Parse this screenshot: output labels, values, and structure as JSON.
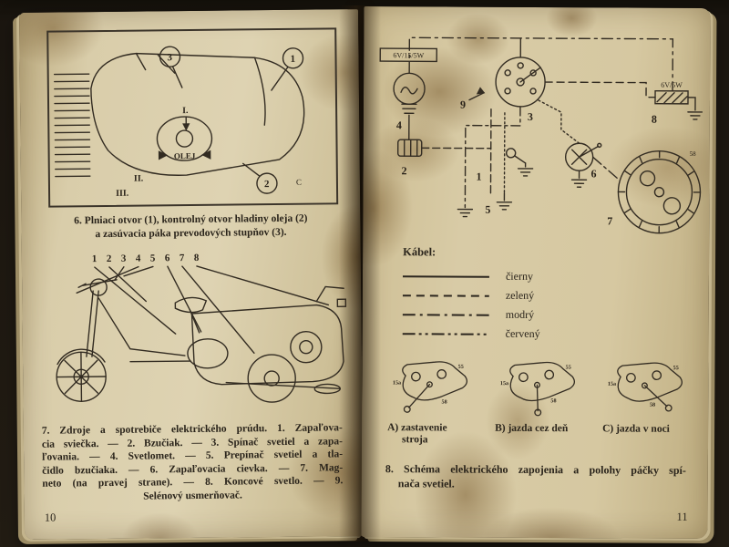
{
  "left": {
    "fig6": {
      "caption_lines": [
        "6. Plniaci otvor (1), kontrolný otvor hladiny oleja (2)",
        "a zasúvacia páka prevodových stupňov (3)."
      ],
      "labels": {
        "n1": "1",
        "n2": "2",
        "n3": "3",
        "olej": "OLEJ",
        "r1": "I.",
        "r2": "II.",
        "r3": "III.",
        "c": "C"
      }
    },
    "fig7": {
      "part_numbers": [
        "1",
        "2",
        "3",
        "4",
        "5",
        "6",
        "7",
        "8"
      ],
      "caption_lines": [
        "7. Zdroje a spotrebiče elektrického prúdu. 1. Zapaľova-",
        "cia sviečka. — 2. Bzučiak. — 3. Spínač svetiel a zapa-",
        "ľovania. — 4. Svetlomet. — 5. Prepínač svetiel a tla-",
        "čidlo bzučiaka. — 6. Zapaľovacia cievka. — 7. Mag-",
        "neto (na pravej strane). — 8. Koncové svetlo. — 9.",
        "Selénový usmerňovač."
      ]
    },
    "page_number": "10"
  },
  "right": {
    "fig8": {
      "diagram": {
        "bulb_label": "6V/15/5W",
        "resistor_label": "6V/5W",
        "terminal_58": "58",
        "numbers": {
          "n1": "1",
          "n2": "2",
          "n3": "3",
          "n4": "4",
          "n5": "5",
          "n6": "6",
          "n7": "7",
          "n8": "8",
          "n9": "9"
        }
      },
      "legend": {
        "title": "Kábel:",
        "items": [
          {
            "label": "čierny",
            "style": "solid"
          },
          {
            "label": "zelený",
            "style": "dashed"
          },
          {
            "label": "modrý",
            "style": "dash-dot"
          },
          {
            "label": "červený",
            "style": "dash-dot-dot"
          }
        ]
      },
      "switch_terminals": {
        "t1": "55",
        "t2": "15a",
        "t3": "58"
      },
      "positions": [
        {
          "label": "A)",
          "line1": "zastavenie",
          "line2": "stroja"
        },
        {
          "label": "B)",
          "line1": "jazda cez deň",
          "line2": ""
        },
        {
          "label": "C)",
          "line1": "jazda v noci",
          "line2": ""
        }
      ],
      "caption_lines": [
        "8. Schéma elektrického zapojenia a polohy páčky spí-",
        "nača svetiel."
      ]
    },
    "page_number": "11"
  }
}
